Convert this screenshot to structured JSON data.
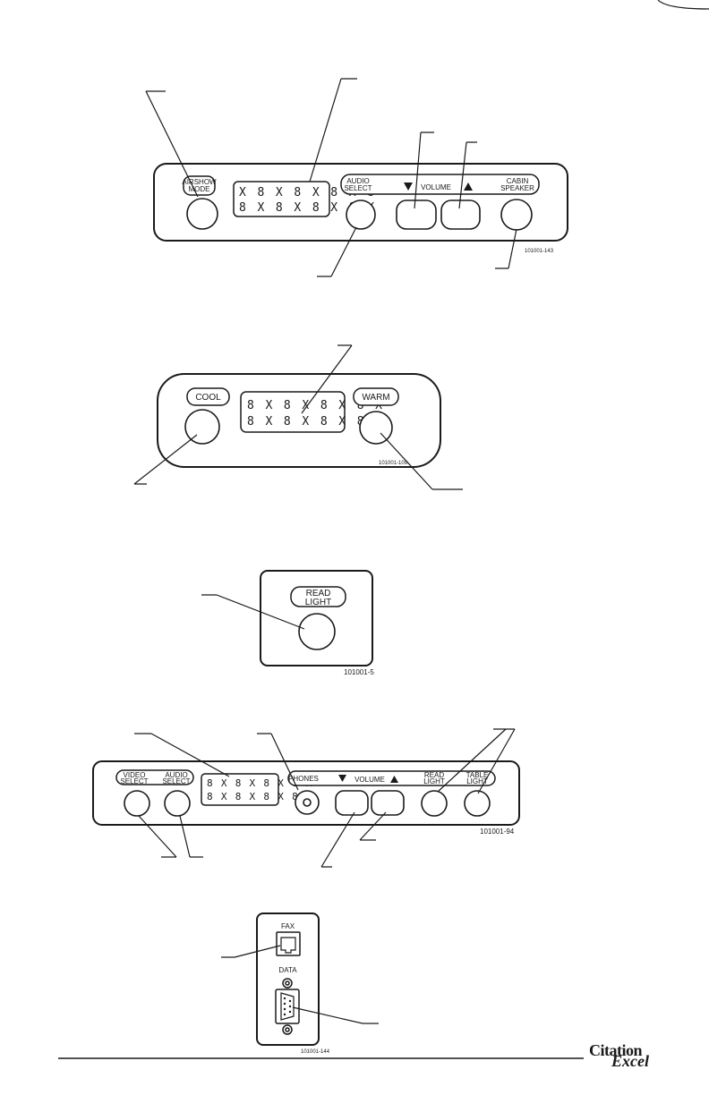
{
  "panel_airshow": {
    "airshow_mode_l1": "AIRSHOW",
    "airshow_mode_l2": "MODE",
    "display_row1": "X 8 X 8 X 8 X 8",
    "display_row2": "8 X 8 X 8 X 8 X",
    "audio_select_l1": "AUDIO",
    "audio_select_l2": "SELECT",
    "volume_label": "VOLUME",
    "cabin_speaker_l1": "CABIN",
    "cabin_speaker_l2": "SPEAKER",
    "part_number": "101001-143"
  },
  "panel_temperature": {
    "cool_label": "COOL",
    "warm_label": "WARM",
    "display_row1": "8 X 8 X 8 X 8 X",
    "display_row2": "8 X 8 X 8 X 8 X",
    "part_number": "101001-109"
  },
  "panel_read_light": {
    "label_l1": "READ",
    "label_l2": "LIGHT",
    "part_number": "101001-5"
  },
  "panel_seat_controls": {
    "video_select_l1": "VIDEO",
    "video_select_l2": "SELECT",
    "audio_select_l1": "AUDIO",
    "audio_select_l2": "SELECT",
    "display_row1": "8 X 8 X 8 X 8 X",
    "display_row2": "8 X 8 X 8 X 8 X",
    "phones_label": "PHONES",
    "volume_label": "VOLUME",
    "read_light_l1": "READ",
    "read_light_l2": "LIGHT",
    "table_light_l1": "TABLE",
    "table_light_l2": "LIGHT",
    "part_number": "101001-94"
  },
  "panel_fax_data": {
    "fax_label": "FAX",
    "data_label": "DATA",
    "part_number": "101001-144"
  },
  "footer": {
    "logo_line1": "Citation",
    "logo_line2": "Excel"
  }
}
